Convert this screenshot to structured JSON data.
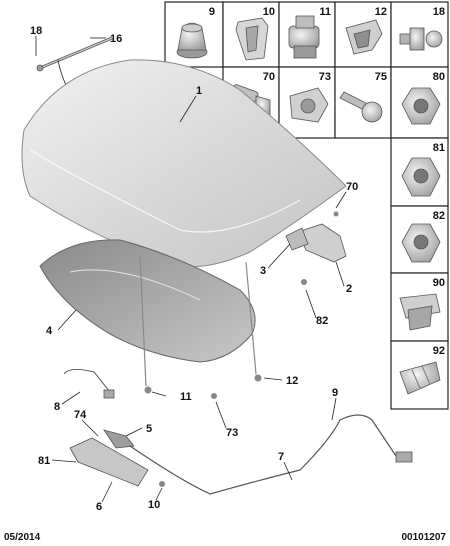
{
  "footer": {
    "date_code": "05/2014",
    "ref_code": "00101207"
  },
  "callouts": {
    "c1": "1",
    "c2": "2",
    "c3": "3",
    "c4": "4",
    "c5": "5",
    "c6": "6",
    "c7": "7",
    "c8": "8",
    "c9": "9",
    "c10": "10",
    "c11": "11",
    "c12": "12",
    "c16": "16",
    "c18": "18",
    "c70": "70",
    "c73": "73",
    "c74": "74",
    "c81": "81",
    "c82": "82"
  },
  "grid_cells": {
    "g9": "9",
    "g10": "10",
    "g11": "11",
    "g12": "12",
    "g18": "18",
    "g70": "70",
    "g73": "73",
    "g75": "75",
    "g80": "80",
    "g81": "81",
    "g82": "82",
    "g90": "90",
    "g92": "92"
  },
  "colors": {
    "part_light": "#e6e6e6",
    "part_mid": "#b9b9b9",
    "part_dark": "#7a7a7a",
    "line": "#222222"
  }
}
